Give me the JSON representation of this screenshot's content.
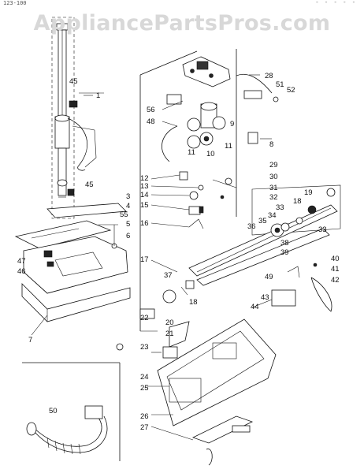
{
  "watermark": "AppliancePartsPros.com",
  "corner_code": "123-100",
  "corner_dash": "- - - - -",
  "labels": [
    {
      "id": "l1",
      "text": "1"
    },
    {
      "id": "l45a",
      "text": "45"
    },
    {
      "id": "l45b",
      "text": "45"
    },
    {
      "id": "l3",
      "text": "3"
    },
    {
      "id": "l4",
      "text": "4"
    },
    {
      "id": "l55",
      "text": "55"
    },
    {
      "id": "l5",
      "text": "5"
    },
    {
      "id": "l6",
      "text": "6"
    },
    {
      "id": "l47",
      "text": "47"
    },
    {
      "id": "l46",
      "text": "46"
    },
    {
      "id": "l7",
      "text": "7"
    },
    {
      "id": "l28",
      "text": "28"
    },
    {
      "id": "l51",
      "text": "51"
    },
    {
      "id": "l52",
      "text": "52"
    },
    {
      "id": "l56",
      "text": "56"
    },
    {
      "id": "l48",
      "text": "48"
    },
    {
      "id": "l11a",
      "text": "11"
    },
    {
      "id": "l10",
      "text": "10"
    },
    {
      "id": "l11b",
      "text": "11"
    },
    {
      "id": "l9",
      "text": "9"
    },
    {
      "id": "l8",
      "text": "8"
    },
    {
      "id": "l29",
      "text": "29"
    },
    {
      "id": "l30",
      "text": "30"
    },
    {
      "id": "l31",
      "text": "31"
    },
    {
      "id": "l32",
      "text": "32"
    },
    {
      "id": "l12",
      "text": "12"
    },
    {
      "id": "l13",
      "text": "13"
    },
    {
      "id": "l14",
      "text": "14"
    },
    {
      "id": "l15",
      "text": "15"
    },
    {
      "id": "l16",
      "text": "16"
    },
    {
      "id": "l17",
      "text": "17"
    },
    {
      "id": "l19",
      "text": "19"
    },
    {
      "id": "l18a",
      "text": "18"
    },
    {
      "id": "l33a",
      "text": "33"
    },
    {
      "id": "l34",
      "text": "34"
    },
    {
      "id": "l35",
      "text": "35"
    },
    {
      "id": "l36",
      "text": "36"
    },
    {
      "id": "l33b",
      "text": "33"
    },
    {
      "id": "l38",
      "text": "38"
    },
    {
      "id": "l39",
      "text": "39"
    },
    {
      "id": "l37",
      "text": "37"
    },
    {
      "id": "l18b",
      "text": "18"
    },
    {
      "id": "l40",
      "text": "40"
    },
    {
      "id": "l41",
      "text": "41"
    },
    {
      "id": "l49",
      "text": "49"
    },
    {
      "id": "l42",
      "text": "42"
    },
    {
      "id": "l43",
      "text": "43"
    },
    {
      "id": "l44",
      "text": "44"
    },
    {
      "id": "l22",
      "text": "22"
    },
    {
      "id": "l20",
      "text": "20"
    },
    {
      "id": "l21",
      "text": "21"
    },
    {
      "id": "l23",
      "text": "23"
    },
    {
      "id": "l24",
      "text": "24"
    },
    {
      "id": "l25",
      "text": "25"
    },
    {
      "id": "l26",
      "text": "26"
    },
    {
      "id": "l27",
      "text": "27"
    },
    {
      "id": "l50",
      "text": "50"
    }
  ]
}
